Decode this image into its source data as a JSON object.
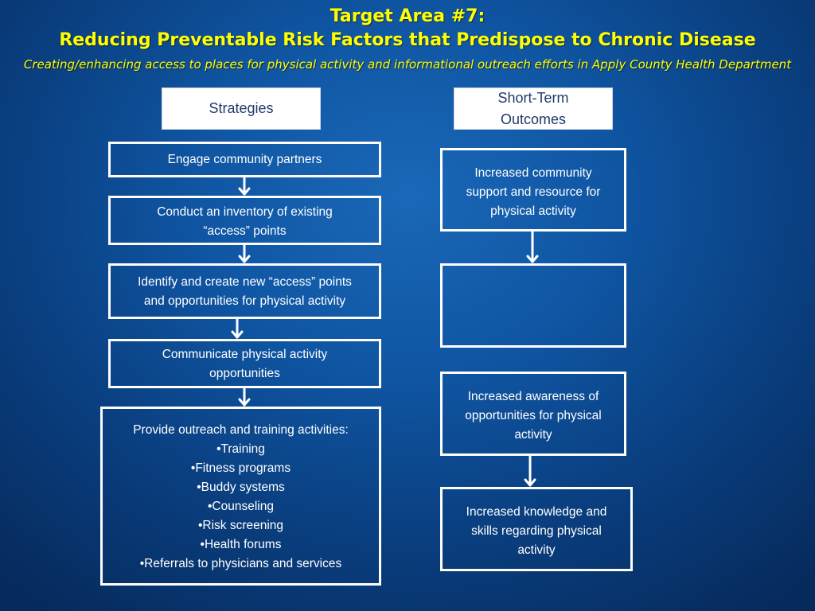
{
  "title": {
    "line1": "Target Area #7:",
    "line2": "Reducing Preventable Risk Factors that Predispose to Chronic Disease",
    "subtitle": "Creating/enhancing access to places for physical activity and informational outreach efforts in Apply County Health Department"
  },
  "headers": {
    "strategies": "Strategies",
    "outcomes_line1": "Short-Term",
    "outcomes_line2": "Outcomes"
  },
  "strategies": {
    "s1": "Engage community partners",
    "s2_line1": "Conduct an inventory of existing",
    "s2_line2": "“access” points",
    "s3_line1": "Identify and create new “access” points",
    "s3_line2": "and opportunities for physical activity",
    "s4_line1": "Communicate physical activity",
    "s4_line2": "opportunities",
    "s5_heading": "Provide outreach and training activities:",
    "s5_items": [
      "•Training",
      "•Fitness programs",
      "•Buddy systems",
      "•Counseling",
      "•Risk screening",
      "•Health forums",
      "•Referrals to physicians and services"
    ]
  },
  "outcomes": {
    "o1_line1": "Increased community",
    "o1_line2": "support and resource for",
    "o1_line3": "physical activity",
    "o2": "",
    "o3_line1": "Increased awareness of",
    "o3_line2": "opportunities for physical",
    "o3_line3": "activity",
    "o4_line1": "Increased knowledge and",
    "o4_line2": "skills regarding physical",
    "o4_line3": "activity"
  }
}
